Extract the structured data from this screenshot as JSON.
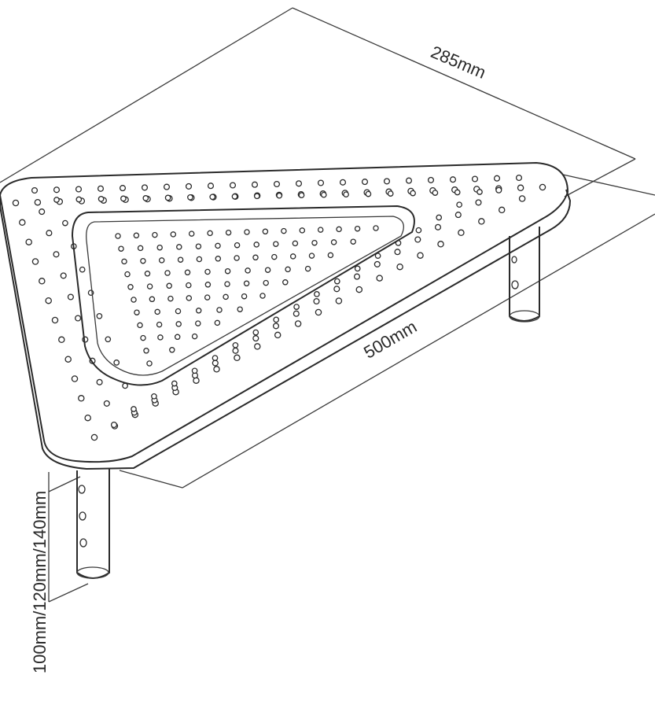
{
  "dimensions": {
    "depth": "285mm",
    "width": "500mm",
    "height": "100mm/120mm/140mm"
  },
  "colors": {
    "line": "#2a2a2a",
    "background": "#ffffff"
  }
}
